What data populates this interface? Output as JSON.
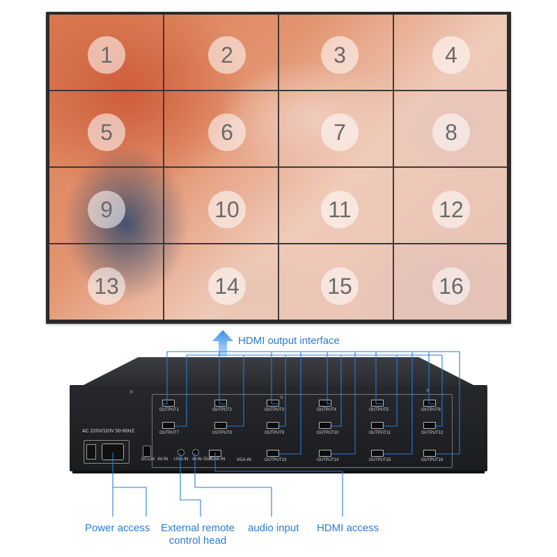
{
  "wall": {
    "tiles": [
      "1",
      "2",
      "3",
      "4",
      "5",
      "6",
      "7",
      "8",
      "9",
      "10",
      "11",
      "12",
      "13",
      "14",
      "15",
      "16"
    ]
  },
  "annotations": {
    "hdmi_output": "HDMI output interface",
    "power": "Power access",
    "remote_line1": "External remote",
    "remote_line2": "control head",
    "audio": "audio input",
    "hdmi_access": "HDMI access"
  },
  "device": {
    "outputs": [
      "OUTPUT1",
      "OUTPUT2",
      "OUTPUT3",
      "OUTPUT4",
      "OUTPUT5",
      "OUTPUT6",
      "OUTPUT7",
      "OUTPUT8",
      "OUTPUT9",
      "OUTPUT10",
      "OUTPUT11",
      "OUTPUT12",
      "OUTPUT13",
      "OUTPUT14",
      "OUTPUT15",
      "OUTPUT16"
    ],
    "power_label": "AC 220V/110V 50-60HZ",
    "dc_label": "DC12V",
    "av_in": "AV-IN",
    "usb_in": "USB-IN",
    "ai_in": "AI-IN",
    "out_label": "OUT",
    "hdmi_in": "HDMI-IN",
    "vga_in": "VGA-IN"
  },
  "colors": {
    "accent": "#2a7bd6",
    "device": "#1f2024"
  }
}
